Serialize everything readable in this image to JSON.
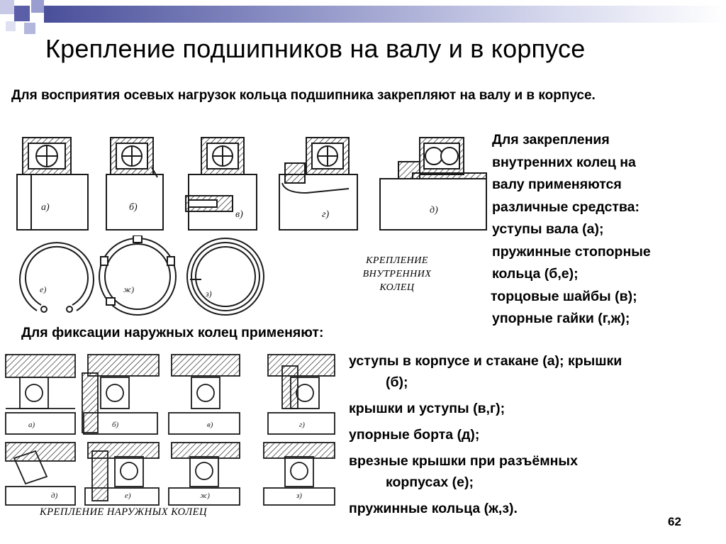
{
  "slide": {
    "title": "Крепление подшипников на валу и в корпусе",
    "intro": "Для восприятия осевых нагрузок кольца подшипника закрепляют на валу и в корпусе.",
    "inner_rings": {
      "lines": [
        "Для закрепления",
        "внутренних колец на",
        "валу применяются",
        "различные средства:",
        "уступы вала (а);",
        "пружинные стопорные",
        "кольца (б,е);",
        "торцовые шайбы (в);",
        "упорные гайки (г,ж);"
      ],
      "figure_labels": [
        "а)",
        "б)",
        "в)",
        "г)",
        "д)",
        "е)",
        "ж)",
        "з)"
      ],
      "caption_lines": [
        "КРЕПЛЕНИЕ",
        "ВНУТРЕННИХ",
        "КОЛЕЦ"
      ]
    },
    "outer_rings": {
      "heading": "Для фиксации наружных колец применяют:",
      "items": [
        {
          "line1": "уступы в корпусе и стакане (а); крышки",
          "line2": "(б);"
        },
        {
          "line1": "крышки и уступы (в,г);",
          "line2": ""
        },
        {
          "line1": "упорные борта (д);",
          "line2": ""
        },
        {
          "line1": "врезные крышки при разъёмных",
          "line2": "корпусах (е);"
        },
        {
          "line1": "пружинные кольца (ж,з).",
          "line2": ""
        }
      ],
      "figure_labels": [
        "а)",
        "б)",
        "в)",
        "г)",
        "д)",
        "е)",
        "ж)",
        "з)"
      ],
      "caption": "КРЕПЛЕНИЕ НАРУЖНЫХ  КОЛЕЦ"
    },
    "page_number": "62"
  },
  "colors": {
    "bar_start": "#4a4f9a",
    "square_dark": "#5b5fa8",
    "square_light": "#c7c9e6",
    "ink": "#1a1a1a"
  }
}
